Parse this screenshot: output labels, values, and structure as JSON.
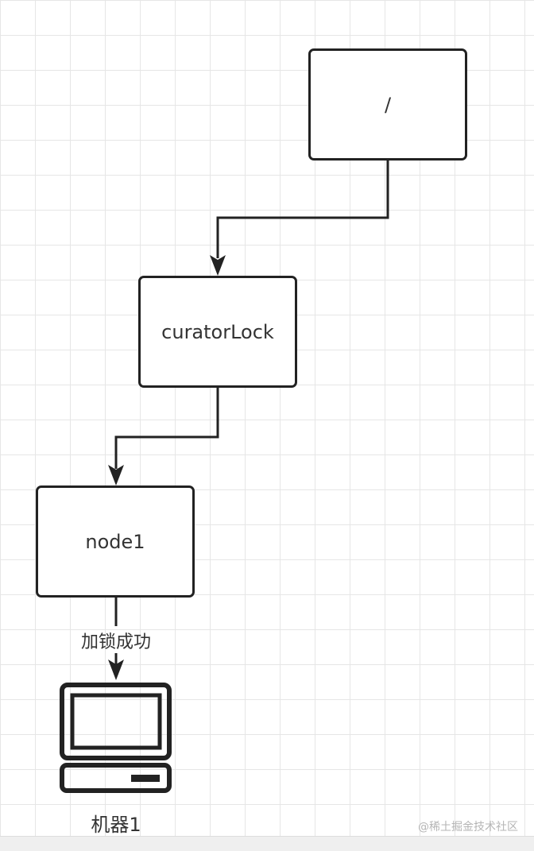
{
  "nodes": {
    "root": "/",
    "curator": "curatorLock",
    "node1": "node1"
  },
  "edge_label": "加锁成功",
  "machine": {
    "label": "机器1",
    "icon": "computer-icon"
  },
  "watermark": "@稀土掘金技术社区",
  "colors": {
    "stroke": "#222222",
    "text": "#333333",
    "grid": "#e6e6e6"
  }
}
